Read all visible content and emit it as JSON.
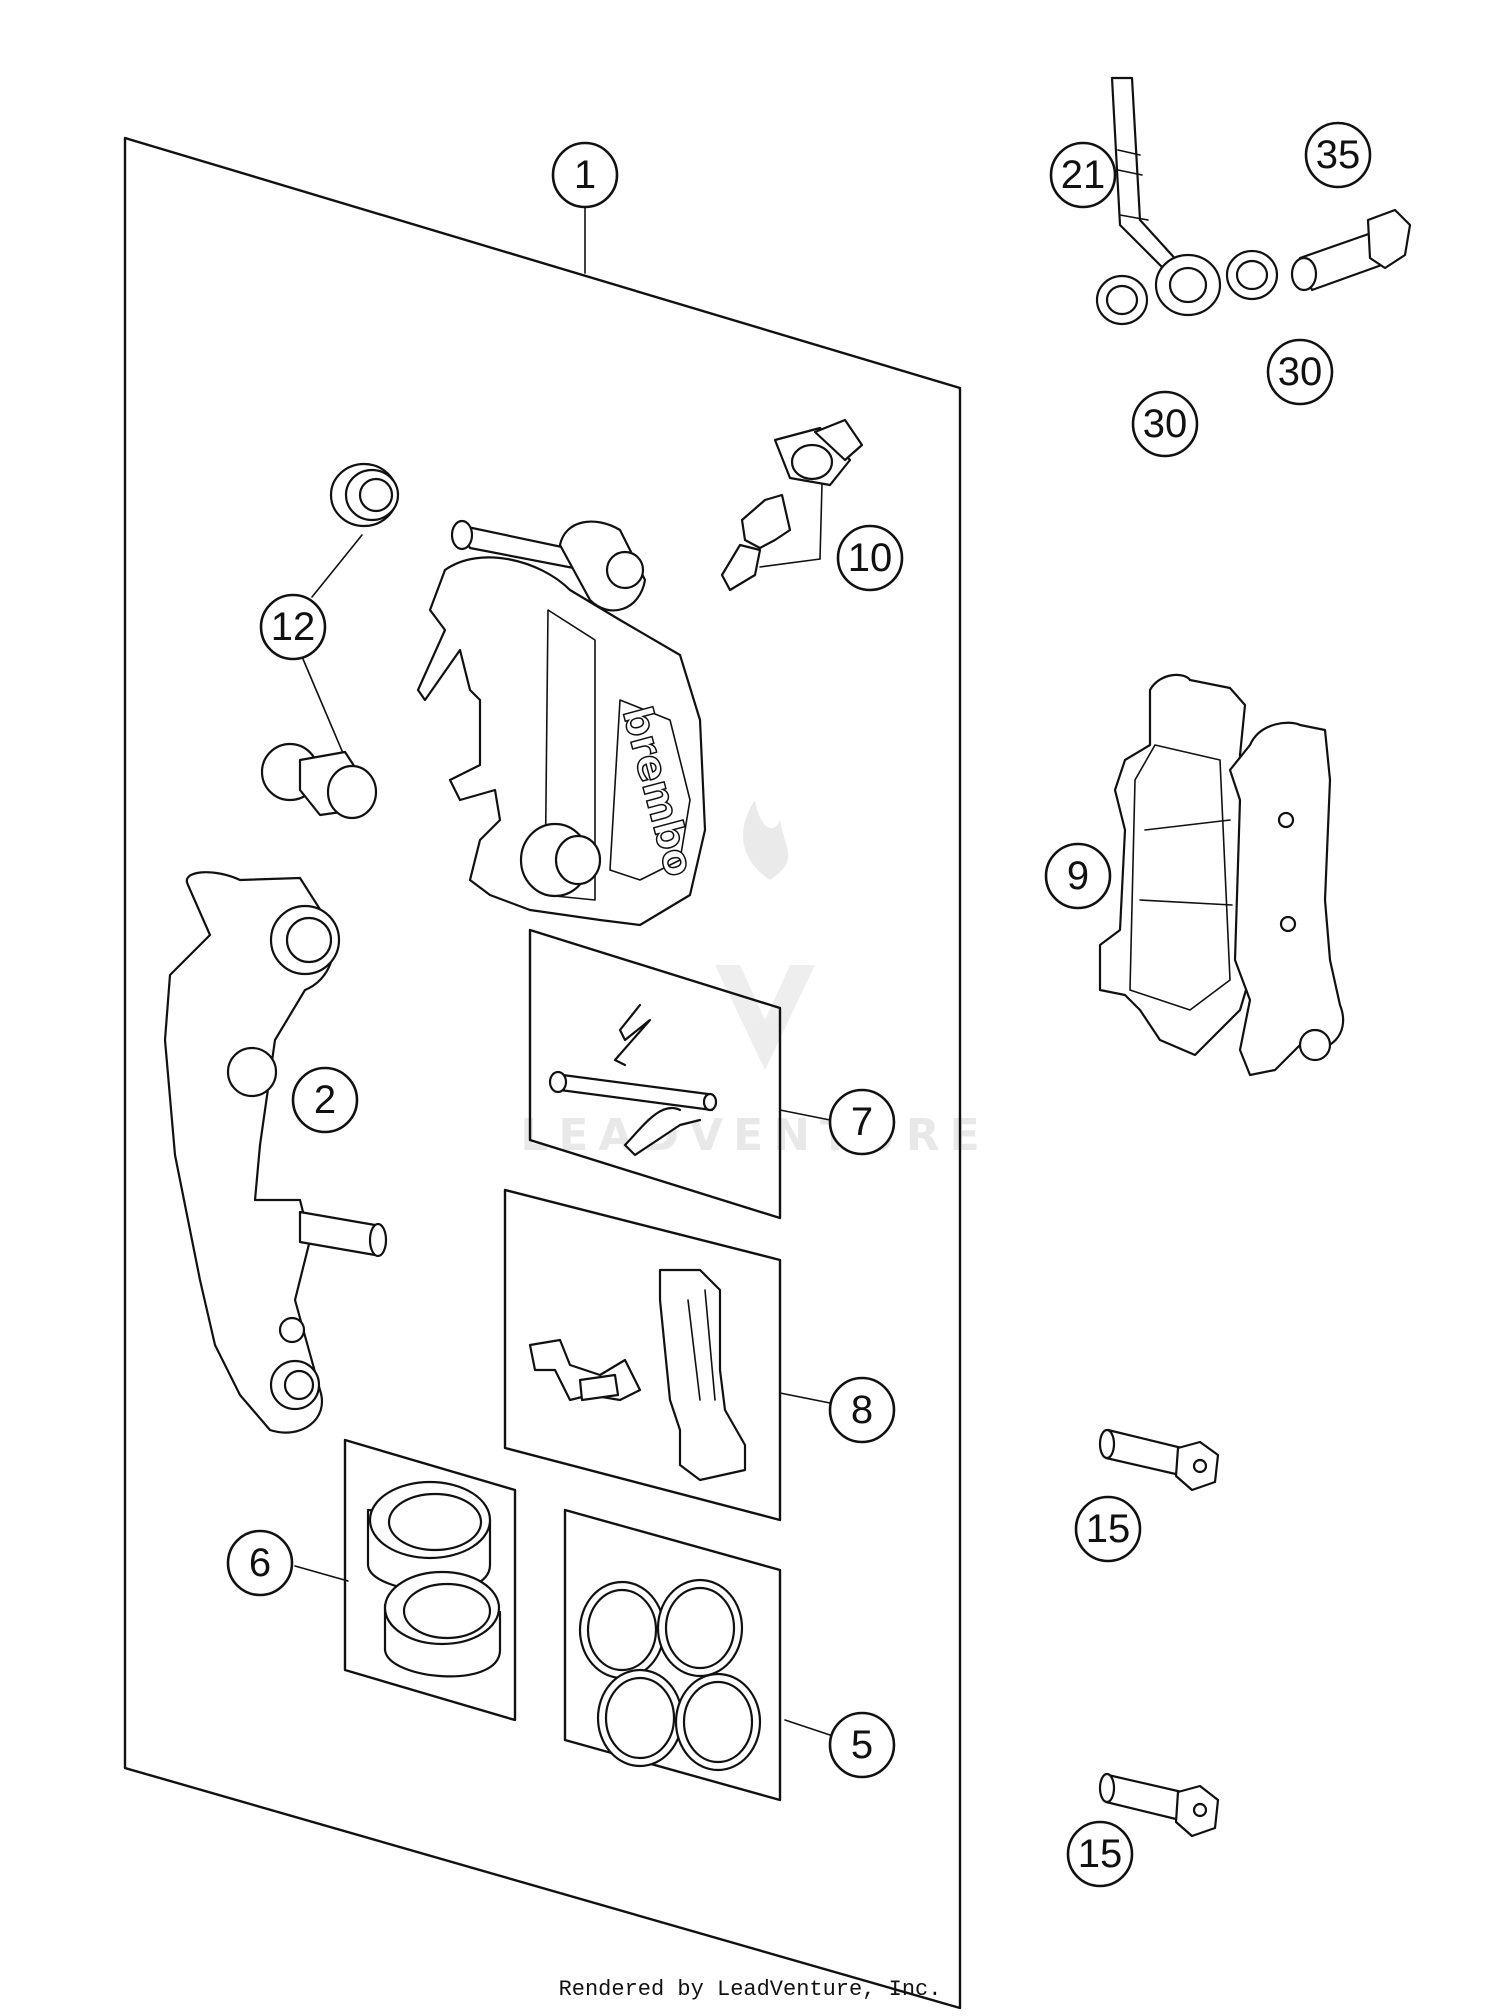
{
  "diagram": {
    "callouts": [
      {
        "id": "1",
        "label": "1"
      },
      {
        "id": "2",
        "label": "2"
      },
      {
        "id": "5",
        "label": "5"
      },
      {
        "id": "6",
        "label": "6"
      },
      {
        "id": "7",
        "label": "7"
      },
      {
        "id": "8",
        "label": "8"
      },
      {
        "id": "9",
        "label": "9"
      },
      {
        "id": "10",
        "label": "10"
      },
      {
        "id": "12",
        "label": "12"
      },
      {
        "id": "15a",
        "label": "15"
      },
      {
        "id": "15b",
        "label": "15"
      },
      {
        "id": "21",
        "label": "21"
      },
      {
        "id": "30a",
        "label": "30"
      },
      {
        "id": "30b",
        "label": "30"
      },
      {
        "id": "35",
        "label": "35"
      }
    ],
    "watermark": "LEADVENTURE",
    "footer": "Rendered by LeadVenture, Inc."
  }
}
